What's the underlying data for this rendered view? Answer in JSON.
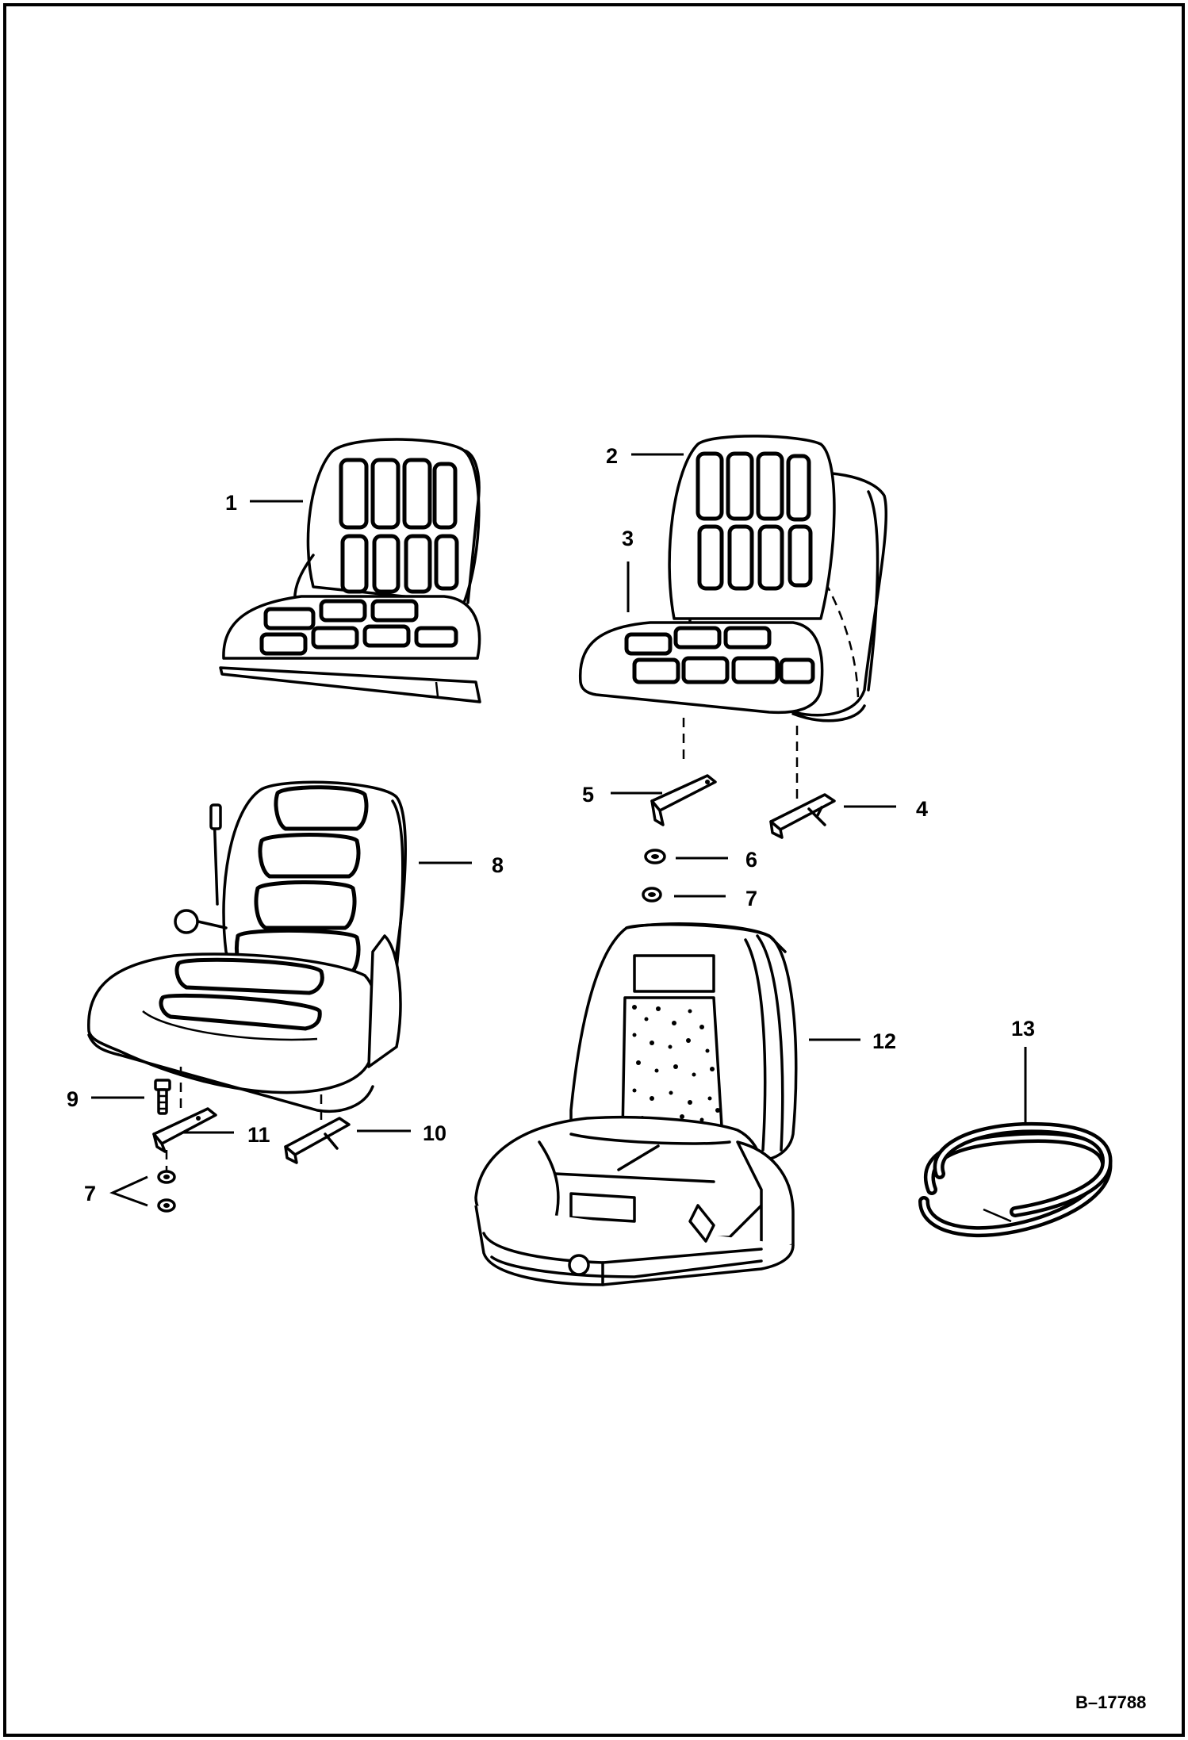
{
  "figure_id": "B–17788",
  "callouts": [
    {
      "n": "1"
    },
    {
      "n": "2"
    },
    {
      "n": "3"
    },
    {
      "n": "4"
    },
    {
      "n": "5"
    },
    {
      "n": "6"
    },
    {
      "n": "7"
    },
    {
      "n": "7"
    },
    {
      "n": "8"
    },
    {
      "n": "9"
    },
    {
      "n": "10"
    },
    {
      "n": "11"
    },
    {
      "n": "12"
    },
    {
      "n": "13"
    }
  ]
}
